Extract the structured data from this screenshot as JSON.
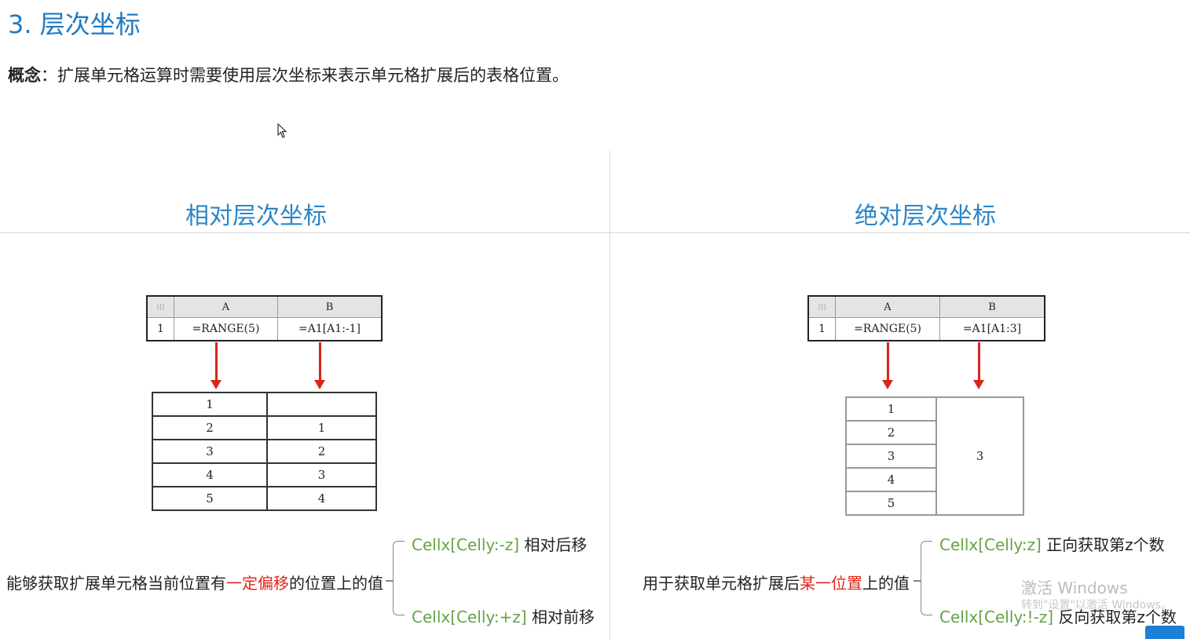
{
  "title": "3. 层次坐标",
  "concept": {
    "label": "概念",
    "sep": "：",
    "text": "扩展单元格运算时需要使用层次坐标来表示单元格扩展后的表格位置。"
  },
  "left": {
    "heading": "相对层次坐标",
    "grid": {
      "col_a": "A",
      "col_b": "B",
      "row": "1",
      "cell_a": "=RANGE(5)",
      "cell_b": "=A1[A1:-1]"
    },
    "result": [
      [
        "1",
        ""
      ],
      [
        "2",
        "1"
      ],
      [
        "3",
        "2"
      ],
      [
        "4",
        "3"
      ],
      [
        "5",
        "4"
      ]
    ],
    "desc_pre": "能够获取扩展单元格当前位置有",
    "desc_red": "一定偏移",
    "desc_post": "的位置上的值",
    "opt1_code": "Cellx[Celly:-z]",
    "opt1_text": "相对后移",
    "opt2_code": "Cellx[Celly:+z]",
    "opt2_text": "相对前移"
  },
  "right": {
    "heading": "绝对层次坐标",
    "grid": {
      "col_a": "A",
      "col_b": "B",
      "row": "1",
      "cell_a": "=RANGE(5)",
      "cell_b": "=A1[A1:3]"
    },
    "result_a": [
      "1",
      "2",
      "3",
      "4",
      "5"
    ],
    "result_b": "3",
    "desc_pre": "用于获取单元格扩展后",
    "desc_red": "某一位置",
    "desc_post": "上的值",
    "opt1_code": "Cellx[Celly:z]",
    "opt1_text": "正向获取第z个数",
    "opt2_code": "Cellx[Celly:!-z]",
    "opt2_text": "反向获取第z个数"
  },
  "watermark": {
    "line1": "激活 Windows",
    "line2": "转到\"设置\"以激活 Windows。"
  },
  "colors": {
    "title": "#1f7ac4",
    "heading": "#2a86c8",
    "highlight": "#e0261a",
    "code": "#63a444",
    "arrow": "#d8261a"
  }
}
